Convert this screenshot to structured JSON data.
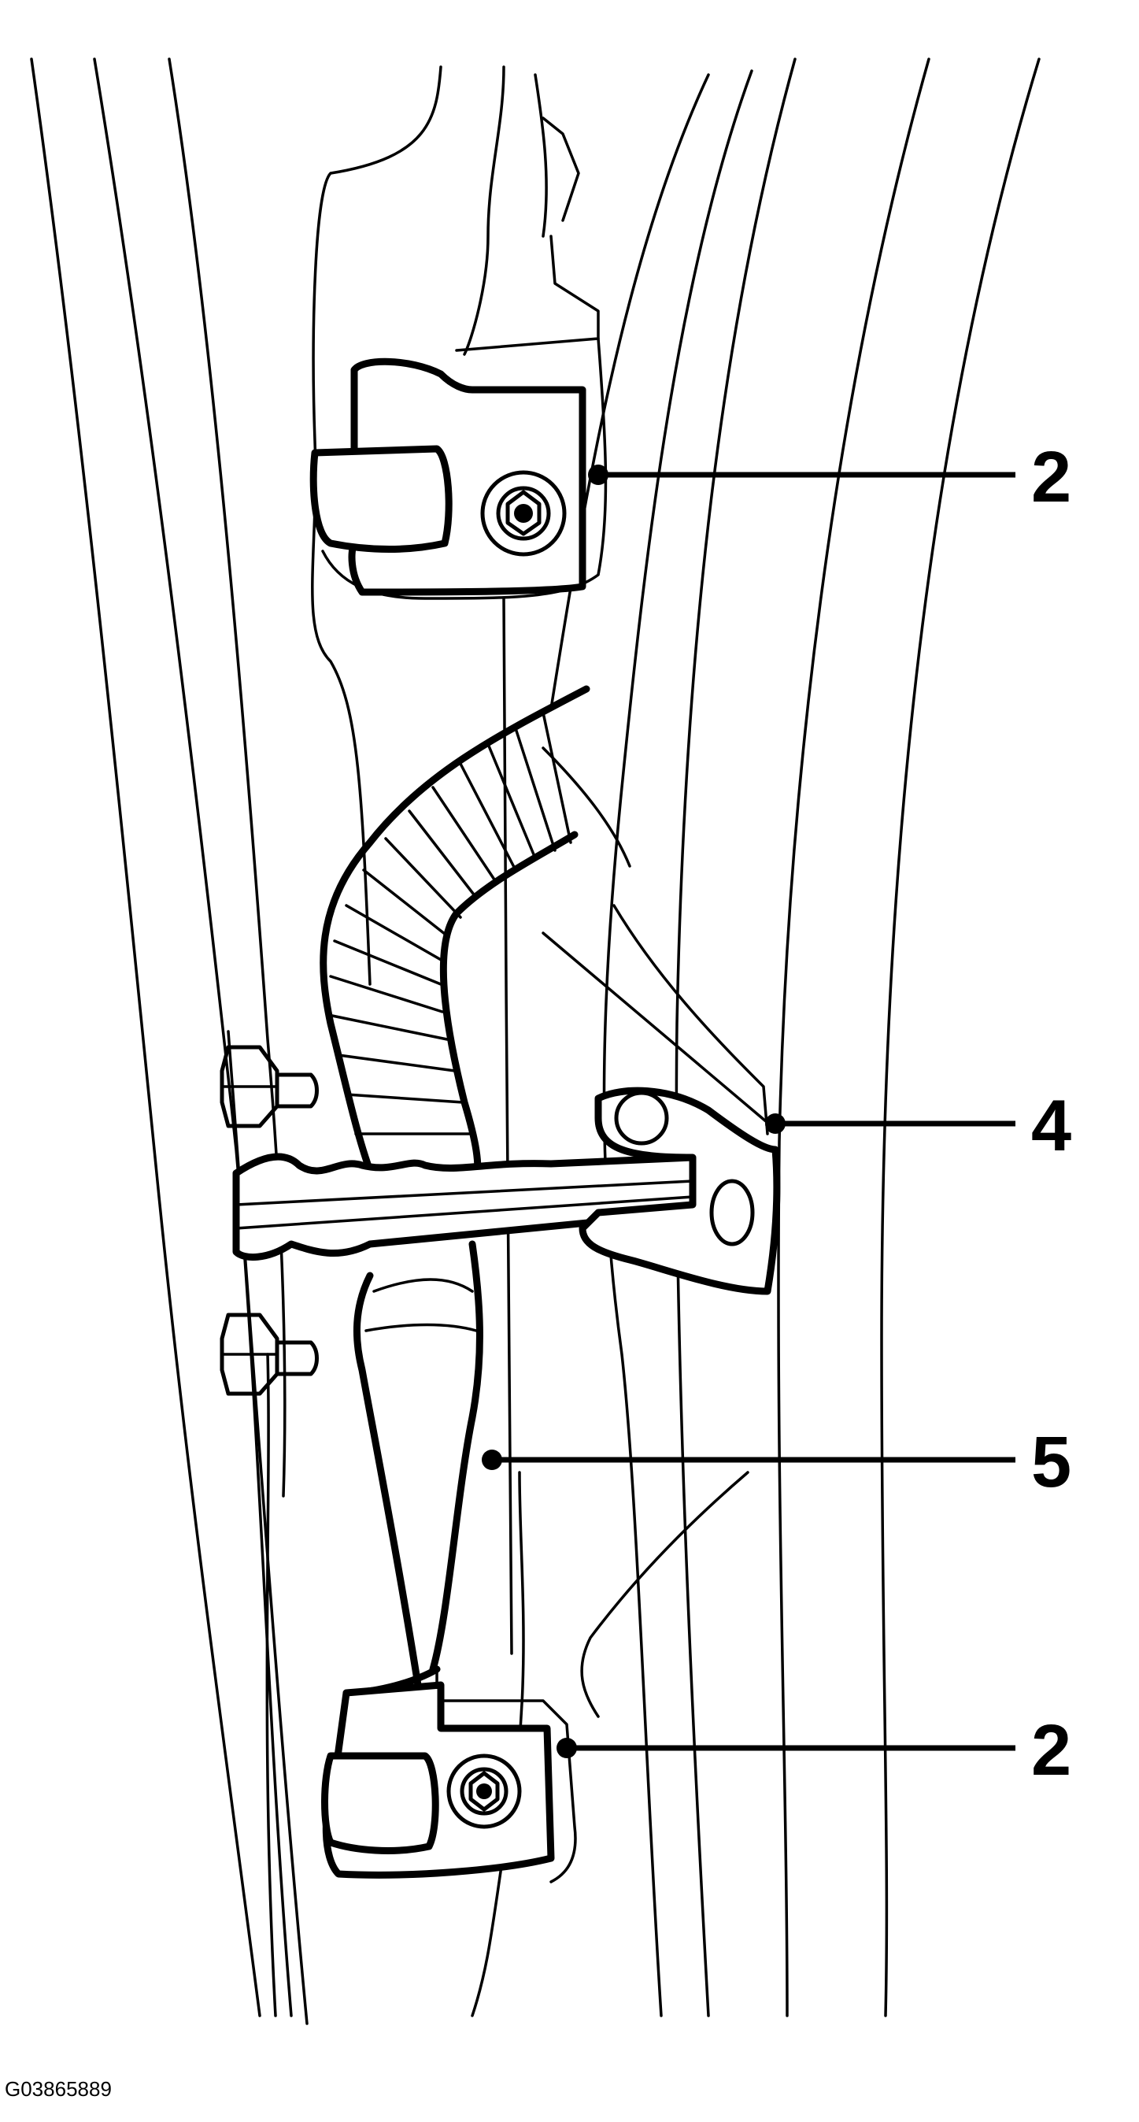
{
  "figure_id": "G03865889",
  "callouts": [
    {
      "label": "2",
      "part": "upper-hinge"
    },
    {
      "label": "4",
      "part": "door-check-strap"
    },
    {
      "label": "5",
      "part": "wiring-harness-boot"
    },
    {
      "label": "2",
      "part": "lower-hinge"
    }
  ]
}
